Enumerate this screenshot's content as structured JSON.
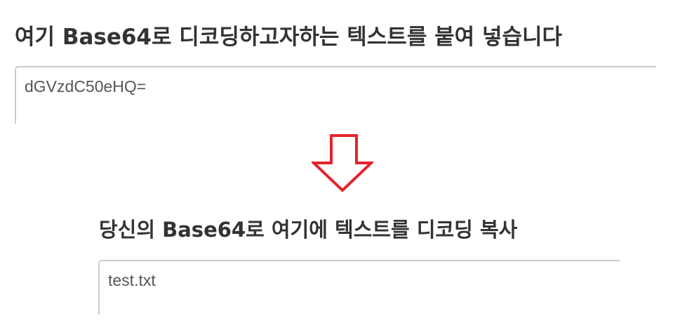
{
  "input_section": {
    "heading": "여기 Base64로 디코딩하고자하는 텍스트를 붙여 넣습니다",
    "value": "dGVzdC50eHQ="
  },
  "arrow": {
    "icon": "down-arrow-icon",
    "color": "#e3242b"
  },
  "output_section": {
    "heading": "당신의 Base64로 여기에 텍스트를 디코딩 복사",
    "value": "test.txt"
  }
}
